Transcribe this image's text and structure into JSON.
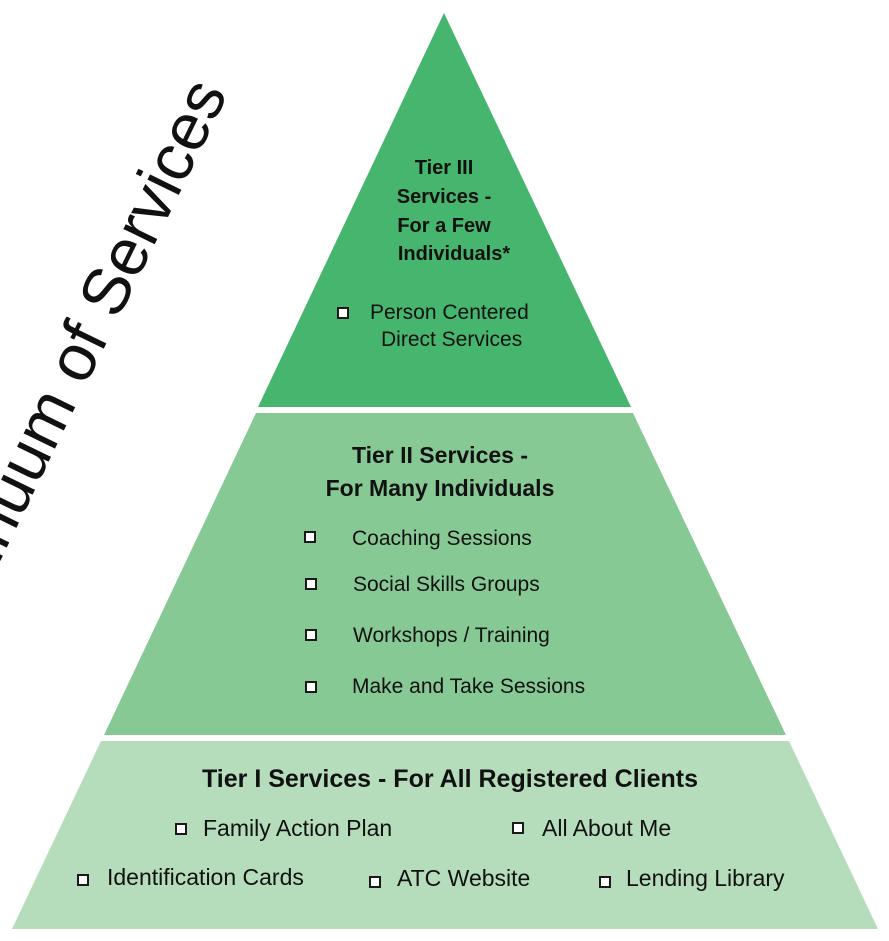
{
  "colors": {
    "tier3": "#46b56e",
    "tier2": "#86c995",
    "tier1": "#b6ddbb",
    "text": "#111111"
  },
  "side_label": "Continuum of Services",
  "tier3": {
    "title_lines": [
      "Tier III",
      "Services -",
      "For a Few",
      "Individuals*"
    ],
    "items": [
      "Person Centered",
      "Direct Services"
    ]
  },
  "tier2": {
    "title_lines": [
      "Tier II  Services -",
      "For Many Individuals"
    ],
    "items": [
      "Coaching Sessions",
      "Social Skills Groups",
      "Workshops / Training",
      "Make and Take Sessions"
    ]
  },
  "tier1": {
    "title": "Tier I  Services - For All Registered Clients",
    "items": [
      "Family Action Plan",
      "All About Me",
      "Identification Cards",
      "ATC  Website",
      "Lending Library"
    ]
  }
}
